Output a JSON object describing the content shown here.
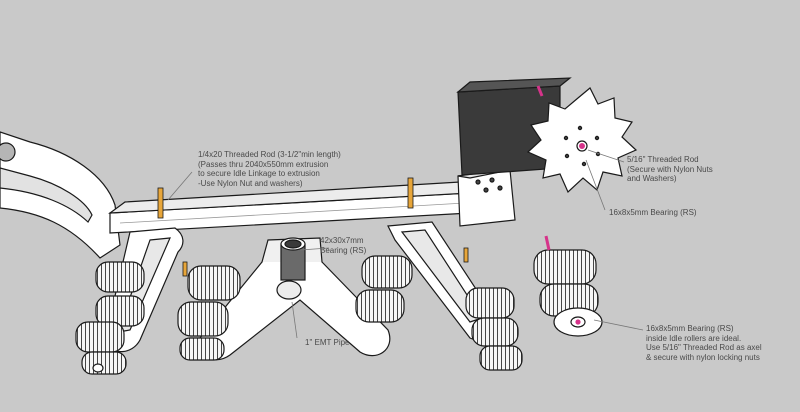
{
  "labels": {
    "threaded_rod_quarter": {
      "lines": [
        "1/4x20 Threaded Rod (3-1/2\"min length)",
        "(Passes thru 2040x550mm extrusion",
        "to secure Idle Linkage to extrusion",
        "-Use Nylon Nut and washers)"
      ]
    },
    "bearing_42": {
      "lines": [
        "42x30x7mm",
        "Bearing (RS)"
      ]
    },
    "emt_pipe": {
      "lines": [
        "1\" EMT Pipe"
      ]
    },
    "threaded_rod_516": {
      "lines": [
        "5/16\" Threaded Rod",
        "(Secure with Nylon Nuts",
        "and Washers)"
      ]
    },
    "bearing_16_top": {
      "lines": [
        "16x8x5mm Bearing (RS)"
      ]
    },
    "bearing_16_bottom": {
      "lines": [
        "16x8x5mm Bearing (RS)",
        "inside Idle rollers are ideal.",
        "Use 5/16\" Threaded Rod as axel",
        "& secure with nylon locking nuts"
      ]
    }
  },
  "colors": {
    "background": "#c9c9c9",
    "part_fill": "#ffffff",
    "outline": "#1a1a1a",
    "rod": "#e8a63a",
    "sprocket_block": "#3a3a3a",
    "axle_accent": "#d6338a",
    "leader": "#777777"
  }
}
